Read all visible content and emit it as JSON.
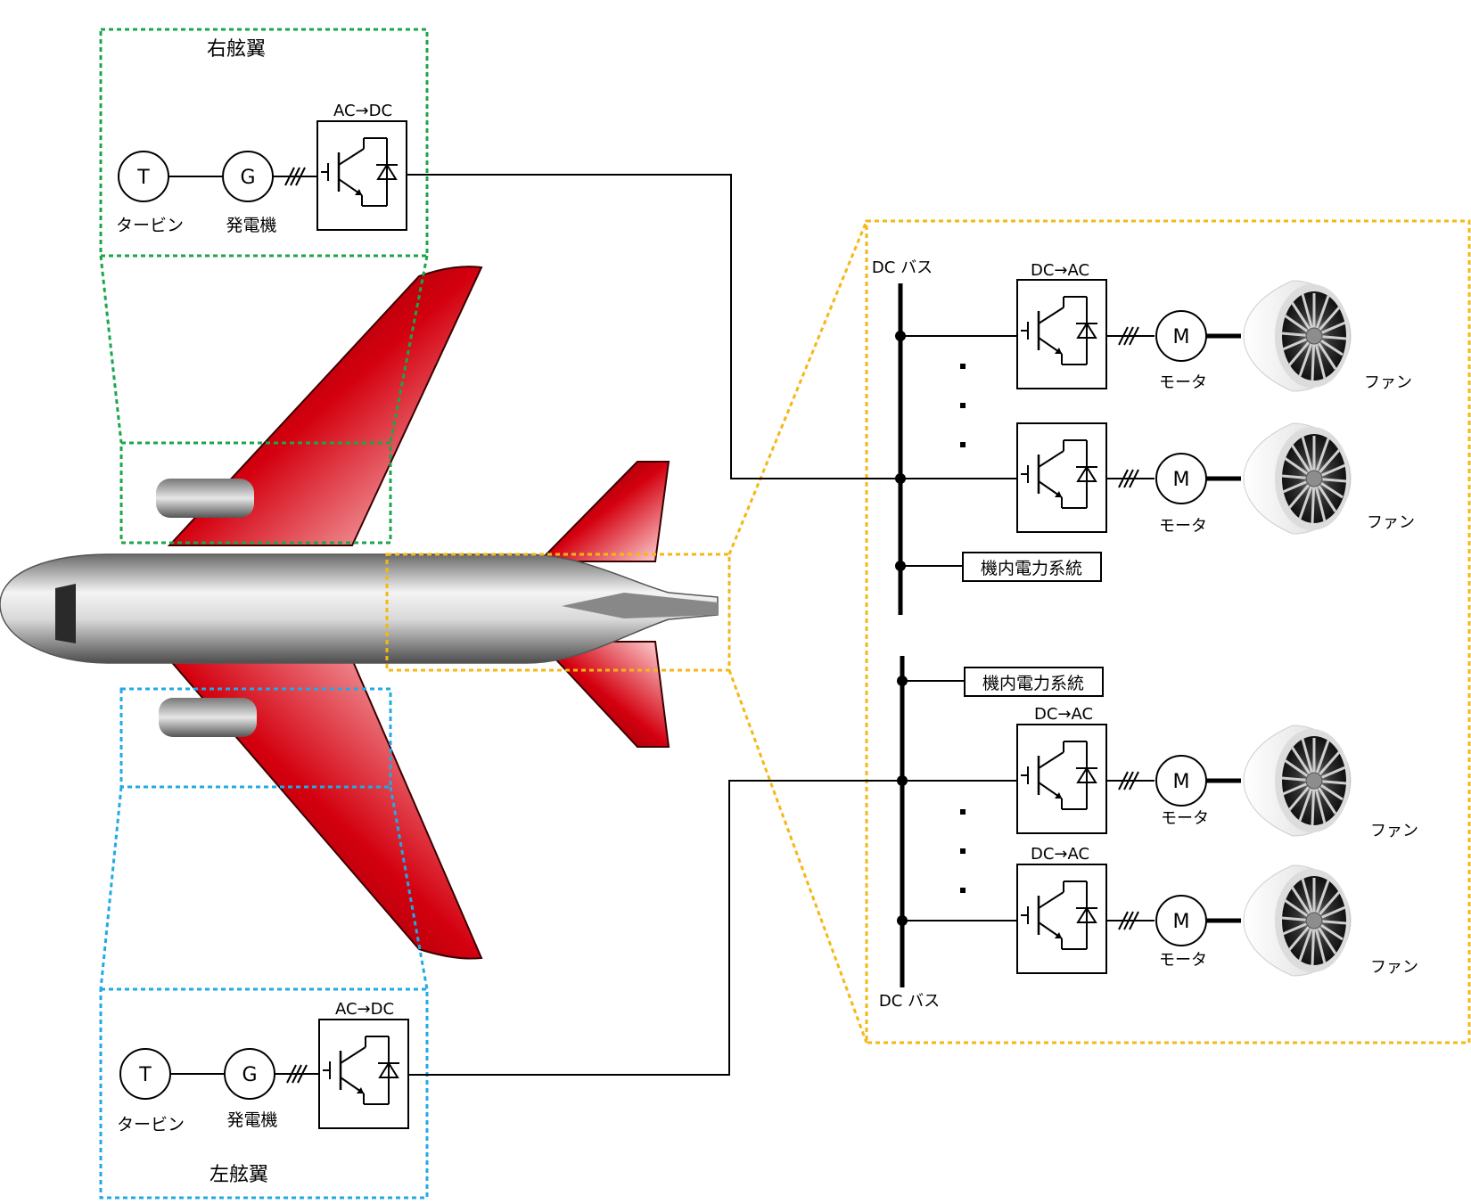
{
  "right_wing": {
    "title": "右舷翼",
    "turbine_symbol": "T",
    "turbine_label": "タービン",
    "generator_symbol": "G",
    "generator_label": "発電機",
    "converter_label": "AC→DC",
    "frame_color": "#1aa64a"
  },
  "left_wing": {
    "title": "左舷翼",
    "turbine_symbol": "T",
    "turbine_label": "タービン",
    "generator_symbol": "G",
    "generator_label": "発電機",
    "converter_label": "AC→DC",
    "frame_color": "#22a9e6"
  },
  "fuselage_frame_color": "#f6b716",
  "upper_bus": {
    "label": "DC バス",
    "inverter_label": "DC→AC",
    "onboard_label": "機内電力系統",
    "branches": [
      {
        "motor_symbol": "M",
        "motor_label": "モータ",
        "fan_label": "ファン"
      },
      {
        "motor_symbol": "M",
        "motor_label": "モータ",
        "fan_label": "ファン"
      }
    ]
  },
  "lower_bus": {
    "label": "DC バス",
    "onboard_label": "機内電力系統",
    "branches": [
      {
        "inverter_label": "DC→AC",
        "motor_symbol": "M",
        "motor_label": "モータ",
        "fan_label": "ファン"
      },
      {
        "inverter_label": "DC→AC",
        "motor_symbol": "M",
        "motor_label": "モータ",
        "fan_label": "ファン"
      }
    ]
  },
  "aircraft_colors": {
    "wing": "#c8000e",
    "wing_dark": "#4a0000",
    "fuselage": "#cfcfcf"
  }
}
